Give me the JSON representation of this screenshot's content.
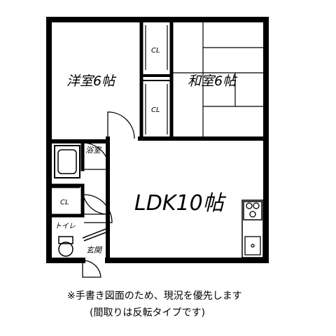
{
  "rooms": {
    "western": "洋室6帖",
    "japanese": "和室6帖",
    "ldk": "LDK10帖",
    "closet_1": "CL",
    "closet_2": "CL",
    "closet_3": "CL",
    "bath": "浴室",
    "toilet": "トイレ",
    "entrance": "玄関"
  },
  "notes": {
    "line1": "※手書き図面のため、現況を優先します",
    "line2": "(間取りは反転タイプです)"
  }
}
